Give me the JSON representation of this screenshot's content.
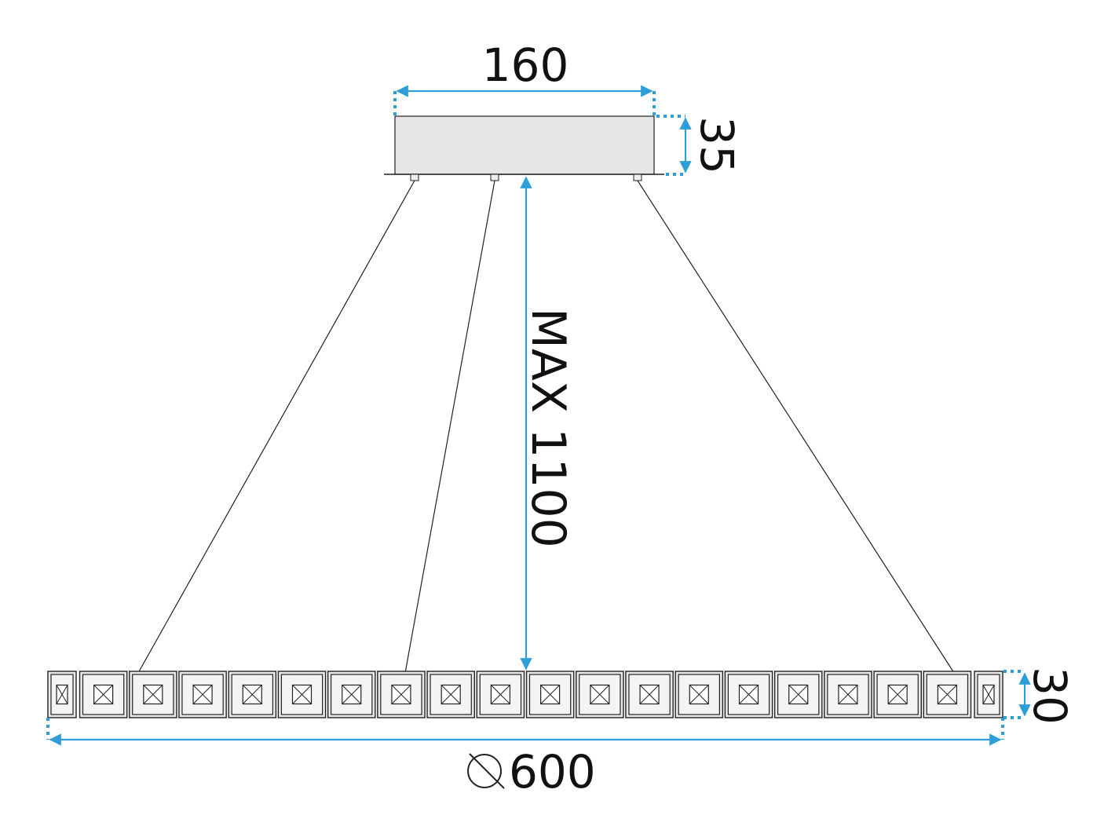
{
  "dimensions": {
    "canopy_width": "160",
    "canopy_height": "35",
    "max_drop": "MAX 1100",
    "ring_height": "30",
    "ring_diameter": "600"
  },
  "ring": {
    "segment_count": 20
  },
  "colors": {
    "dimension_line": "#2f9ed8",
    "outline": "#222222",
    "canopy_fill": "#e6e6e6",
    "segment_fill": "#e8e8e8"
  }
}
